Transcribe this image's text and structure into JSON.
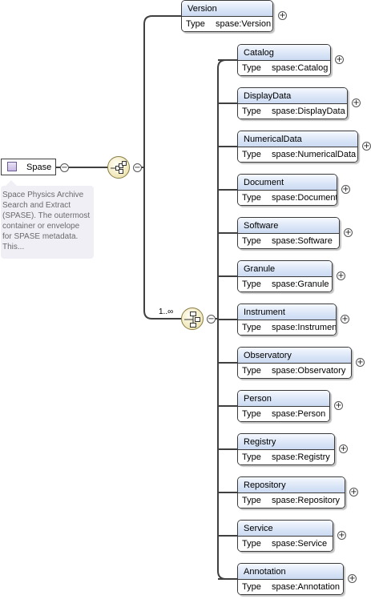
{
  "root": {
    "name": "Spase",
    "documentation": "Space Physics Archive Search and Extract (SPASE). The outermost container or envelope for SPASE metadata. This..."
  },
  "type_label": "Type",
  "occurrence": "1..∞",
  "version": {
    "name": "Version",
    "type": "spase:Version"
  },
  "children": [
    {
      "name": "Catalog",
      "type": "spase:Catalog"
    },
    {
      "name": "DisplayData",
      "type": "spase:DisplayData"
    },
    {
      "name": "NumericalData",
      "type": "spase:NumericalData"
    },
    {
      "name": "Document",
      "type": "spase:Document"
    },
    {
      "name": "Software",
      "type": "spase:Software"
    },
    {
      "name": "Granule",
      "type": "spase:Granule"
    },
    {
      "name": "Instrument",
      "type": "spase:Instrument"
    },
    {
      "name": "Observatory",
      "type": "spase:Observatory"
    },
    {
      "name": "Person",
      "type": "spase:Person"
    },
    {
      "name": "Registry",
      "type": "spase:Registry"
    },
    {
      "name": "Repository",
      "type": "spase:Repository"
    },
    {
      "name": "Service",
      "type": "spase:Service"
    },
    {
      "name": "Annotation",
      "type": "spase:Annotation"
    }
  ],
  "icons": {
    "expand": "plus",
    "collapse": "minus",
    "sequence": "sequence-compositor-icon",
    "choice": "choice-compositor-icon"
  },
  "colors": {
    "header": "#dbe6f7",
    "compositor": "#f0e7b8",
    "line": "#404040"
  }
}
